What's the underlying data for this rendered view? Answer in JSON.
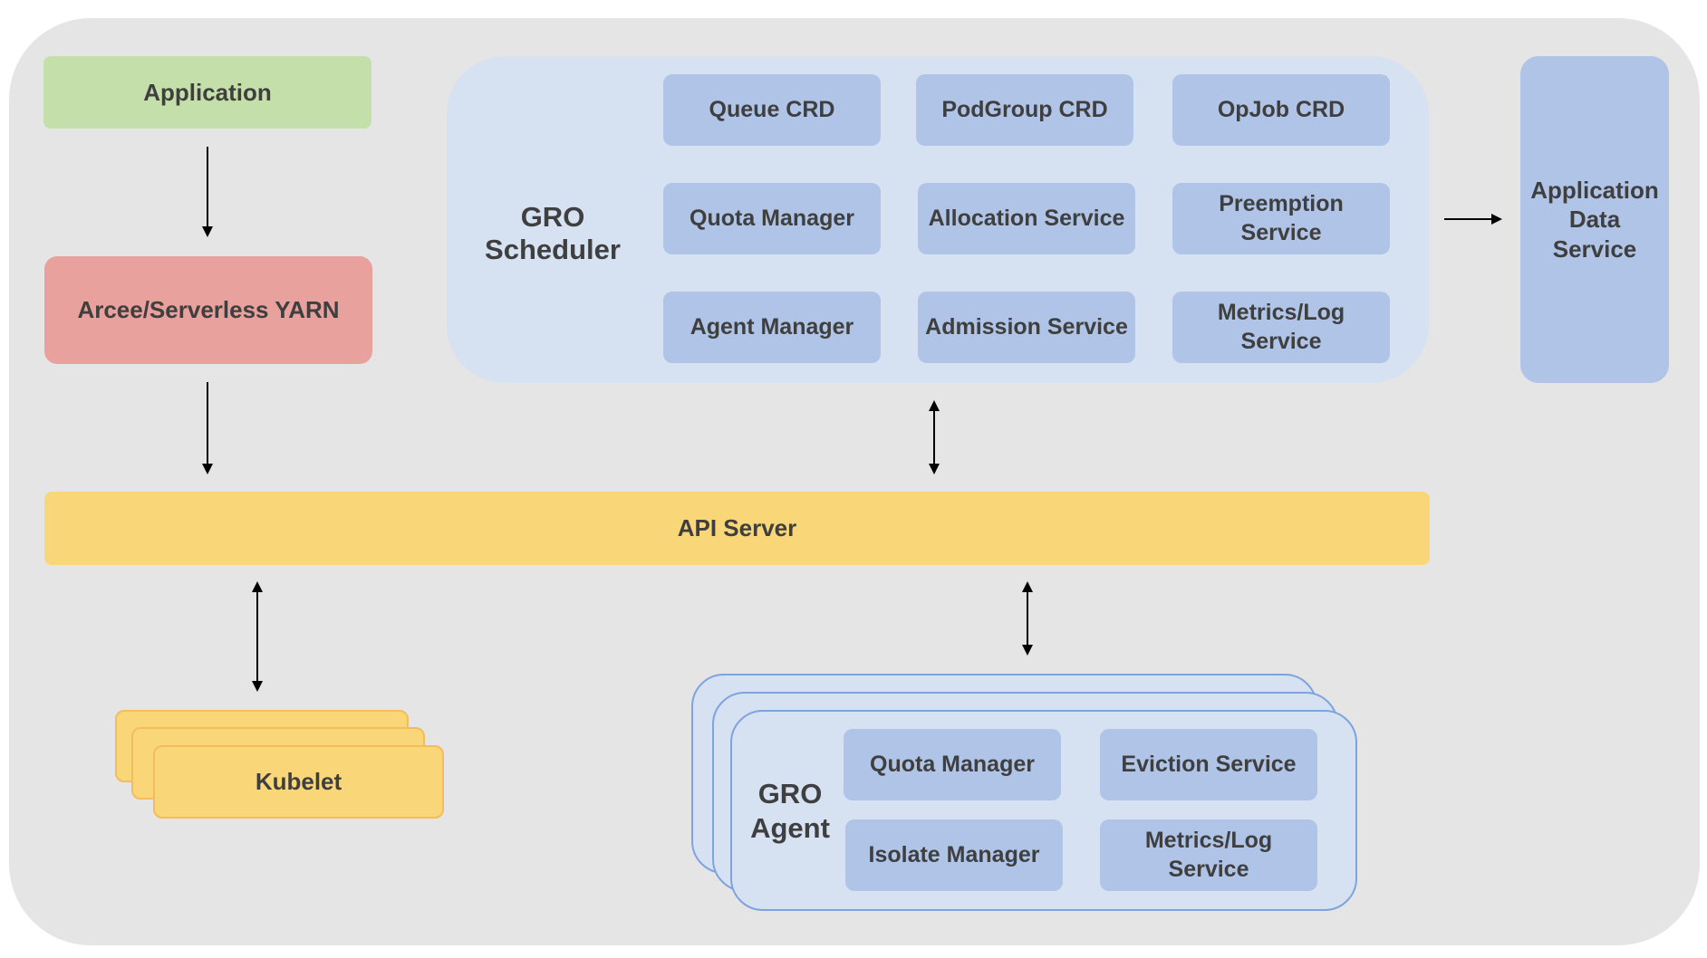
{
  "application": "Application",
  "yarn": "Arcee/Serverless YARN",
  "scheduler": {
    "title": "GRO Scheduler",
    "components": {
      "queue_crd": "Queue CRD",
      "podgroup_crd": "PodGroup CRD",
      "opjob_crd": "OpJob CRD",
      "quota_manager": "Quota Manager",
      "allocation_service": "Allocation Service",
      "preemption_service": "Preemption Service",
      "agent_manager": "Agent Manager",
      "admission_service": "Admission Service",
      "metrics_log_service": "Metrics/Log Service"
    }
  },
  "application_data_service": "Application Data Service",
  "api_server": "API Server",
  "kubelet": "Kubelet",
  "agent": {
    "title": "GRO Agent",
    "components": {
      "quota_manager": "Quota Manager",
      "eviction_service": "Eviction Service",
      "isolate_manager": "Isolate Manager",
      "metrics_log_service": "Metrics/Log Service"
    }
  },
  "colors": {
    "background": "#e5e5e5",
    "application": "#c4dfa9",
    "yarn": "#e8a19c",
    "scheduler_group": "#d6e1f2",
    "service_box": "#afc4e6",
    "api_server": "#f9d778",
    "kubelet": "#f9d778",
    "agent_border": "#7fa3de"
  }
}
